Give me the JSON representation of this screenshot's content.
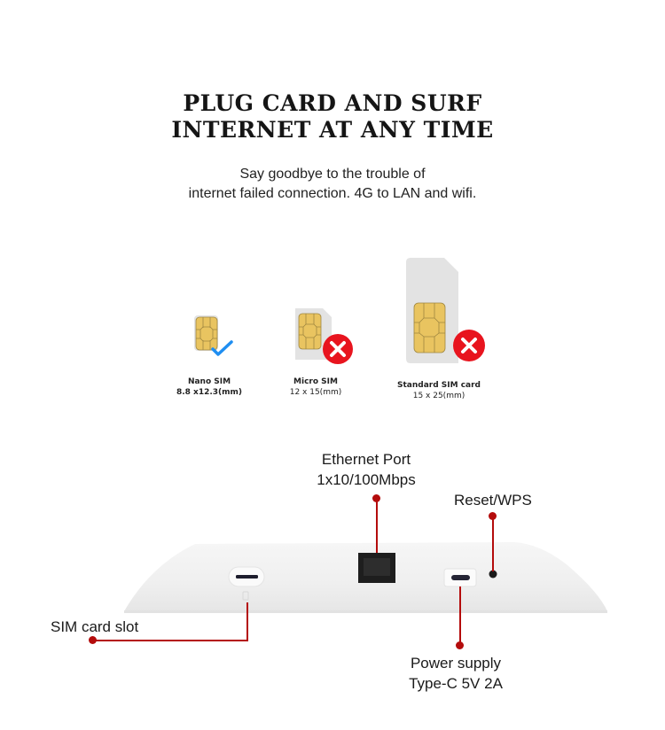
{
  "header": {
    "title_line1": "PLUG CARD AND SURF",
    "title_line2": "INTERNET AT ANY TIME",
    "subtitle_line1": "Say goodbye to the trouble of",
    "subtitle_line2": "internet failed connection. 4G to LAN and wifi."
  },
  "sim_cards": [
    {
      "name": "Nano SIM",
      "size": "8.8 x12.3(mm)",
      "status": "supported",
      "status_icon": "checkmark-icon"
    },
    {
      "name": "Micro SIM",
      "size": "12 x 15(mm)",
      "status": "unsupported",
      "status_icon": "x-circle-icon"
    },
    {
      "name": "Standard SIM card",
      "size": "15 x 25(mm)",
      "status": "unsupported",
      "status_icon": "x-circle-icon"
    }
  ],
  "ports": {
    "ethernet": {
      "line1": "Ethernet Port",
      "line2": "1x10/100Mbps"
    },
    "reset": {
      "line1": "Reset/WPS"
    },
    "sim_slot": {
      "line1": "SIM card slot"
    },
    "power": {
      "line1": "Power supply",
      "line2": "Type-C 5V 2A"
    }
  },
  "colors": {
    "accent_red": "#b40c0c",
    "check_blue": "#1f8ef1",
    "cross_red": "#e8141e",
    "chip_gold": "#e9c460",
    "sim_body": "#e3e3e3"
  }
}
